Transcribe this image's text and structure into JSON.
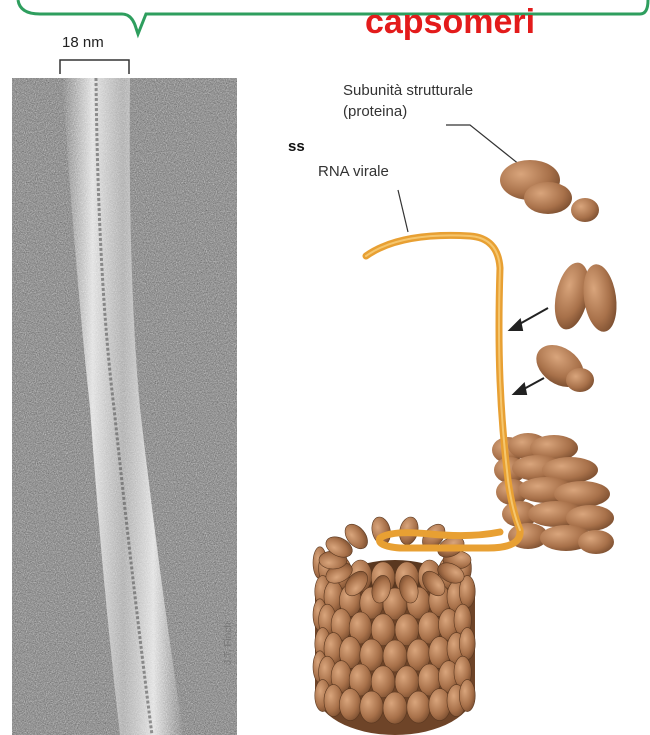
{
  "title": "capsomeri",
  "scale_label": "18 nm",
  "labels": {
    "subunit_line1": "Subunità strutturale",
    "subunit_line2": "(proteina)",
    "ss": "ss",
    "rna": "RNA virale"
  },
  "credit": "J.T. Finch",
  "colors": {
    "title": "#e31b1b",
    "frame": "#2e9e5e",
    "rna": "#e8a033",
    "protein": "#a8714a"
  }
}
